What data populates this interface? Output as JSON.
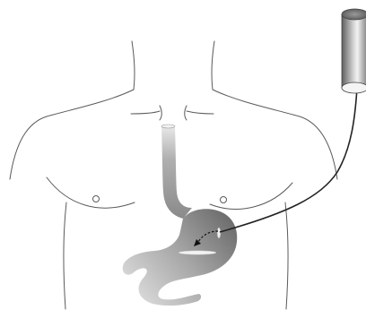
{
  "illustration": {
    "figure": "human-torso-outline",
    "organs": [
      "esophagus",
      "stomach"
    ],
    "device": "cylindrical-capsule",
    "connector": "wire",
    "marker": "dashed-curved-arrow",
    "colors": {
      "outline": "#555555",
      "organ_dark": "#808080",
      "organ_light": "#e6e6e6",
      "device_dark": "#6a6a6a",
      "device_light": "#f0f0f0",
      "wire": "#222222"
    }
  }
}
